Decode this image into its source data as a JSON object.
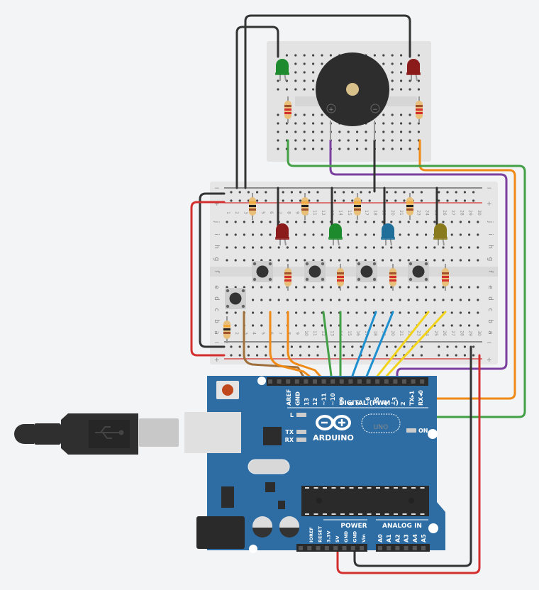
{
  "canvas": {
    "title": "Arduino Uno circuit with breadboards, LEDs, push buttons and piezo buzzer",
    "background": "#f3f4f6"
  },
  "arduino": {
    "board_color": "#2e6da4",
    "logo_text": "ARDUINO",
    "model_text": "UNO",
    "digital_header_label": "DIGITAL (PWM~)",
    "power_header_label": "POWER",
    "analog_header_label": "ANALOG IN",
    "led_labels": {
      "l": "L",
      "tx": "TX",
      "rx": "RX",
      "on": "ON"
    },
    "digital_pins": [
      "AREF",
      "GND",
      "13",
      "12",
      "~11",
      "~10",
      "~9",
      "8",
      "7",
      "~6",
      "~5",
      "4",
      "~3",
      "2",
      "TX▸1",
      "RX◂0"
    ],
    "power_pins": [
      "IOREF",
      "RESET",
      "3.3V",
      "5V",
      "GND",
      "GND",
      "Vin"
    ],
    "analog_pins": [
      "A0",
      "A1",
      "A2",
      "A3",
      "A4",
      "A5"
    ]
  },
  "usb_cable": {
    "icon": "usb-icon"
  },
  "main_breadboard": {
    "column_numbers": [
      "1",
      "2",
      "3",
      "4",
      "5",
      "6",
      "7",
      "8",
      "9",
      "10",
      "11",
      "12",
      "13",
      "14",
      "15",
      "16",
      "17",
      "18",
      "19",
      "20",
      "21",
      "22",
      "23",
      "24",
      "25",
      "26",
      "27",
      "28",
      "29",
      "30"
    ],
    "top_row_letters": [
      "j",
      "i",
      "h",
      "g",
      "f"
    ],
    "bottom_row_letters": [
      "e",
      "d",
      "c",
      "b",
      "a"
    ],
    "rail_minus": "−",
    "rail_plus": "+"
  },
  "components": {
    "leds": [
      {
        "name": "red-led",
        "color": "#8b1a1a"
      },
      {
        "name": "green-led",
        "color": "#1e8a2e"
      },
      {
        "name": "blue-led",
        "color": "#1f6f9a"
      },
      {
        "name": "yellow-led",
        "color": "#8a7a1e"
      },
      {
        "name": "mini-green-led",
        "color": "#1e8a2e"
      },
      {
        "name": "mini-red-led",
        "color": "#8b1a1a"
      }
    ],
    "buzzer": {
      "plus": "+",
      "minus": "−"
    }
  },
  "wire_colors": {
    "black": "#333333",
    "red": "#d32f2f",
    "green": "#43a047",
    "orange": "#ef8a17",
    "purple": "#7b3fa0",
    "blue": "#1e90d0",
    "yellow": "#f2d31b",
    "brown": "#a0703c"
  }
}
